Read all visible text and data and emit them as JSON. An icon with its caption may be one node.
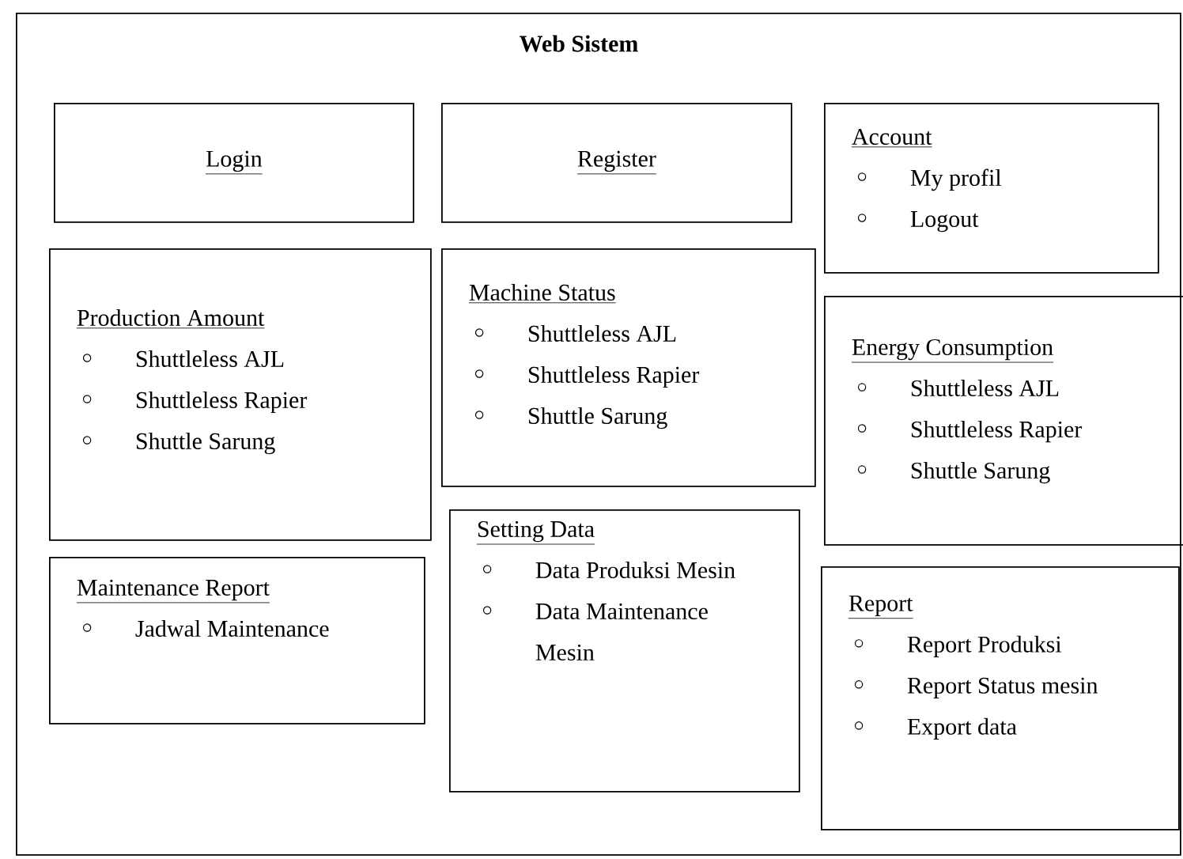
{
  "diagram": {
    "nodes": [
      {
        "text": [
          "Web Sistem"
        ]
      },
      {
        "text": [
          "Login"
        ],
        "in": 0
      },
      {
        "text": [
          "Register"
        ],
        "in": 0
      },
      {
        "text": [
          "Account",
          "My profil",
          "Logout"
        ],
        "in": 0
      },
      {
        "text": [
          "Production Amount",
          "Shuttleless AJL",
          "Shuttleless Rapier",
          "Shuttle Sarung"
        ],
        "in": 0
      },
      {
        "text": [
          "Machine Status",
          "Shuttleless AJL",
          "Shuttleless Rapier",
          "Shuttle Sarung"
        ],
        "in": 0
      },
      {
        "text": [
          "Energy Consumption",
          "Shuttleless AJL",
          "Shuttleless Rapier",
          "Shuttle Sarung"
        ],
        "in": 0
      },
      {
        "text": [
          "Maintenance Report",
          "Jadwal Maintenance"
        ],
        "in": 0
      },
      {
        "text": [
          "Setting Data",
          "Data Produksi Mesin",
          "Data Maintenance Mesin"
        ],
        "in": 0
      },
      {
        "text": [
          "Report",
          "Report Produksi",
          "Report Status mesin",
          "Export data"
        ],
        "in": 0
      }
    ]
  }
}
